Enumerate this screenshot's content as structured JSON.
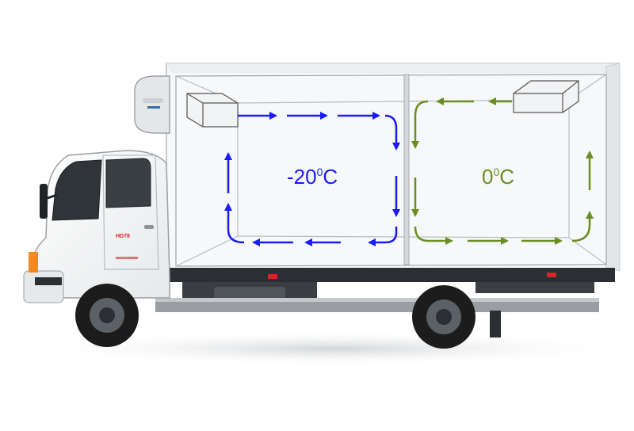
{
  "zones": [
    {
      "id": "freezer",
      "value": "-20",
      "sup": "0",
      "unit": "C",
      "color": "#1a1aff"
    },
    {
      "id": "chiller",
      "value": "0",
      "sup": "0",
      "unit": "C",
      "color": "#6b8e23"
    }
  ],
  "truck": {
    "model_badge": "HD78",
    "badge_color": "#d8232a"
  },
  "colors": {
    "body": "#ffffff",
    "body_edge": "#c9ccd0",
    "chassis": "#2b2f33",
    "tire": "#1c1c1c"
  }
}
